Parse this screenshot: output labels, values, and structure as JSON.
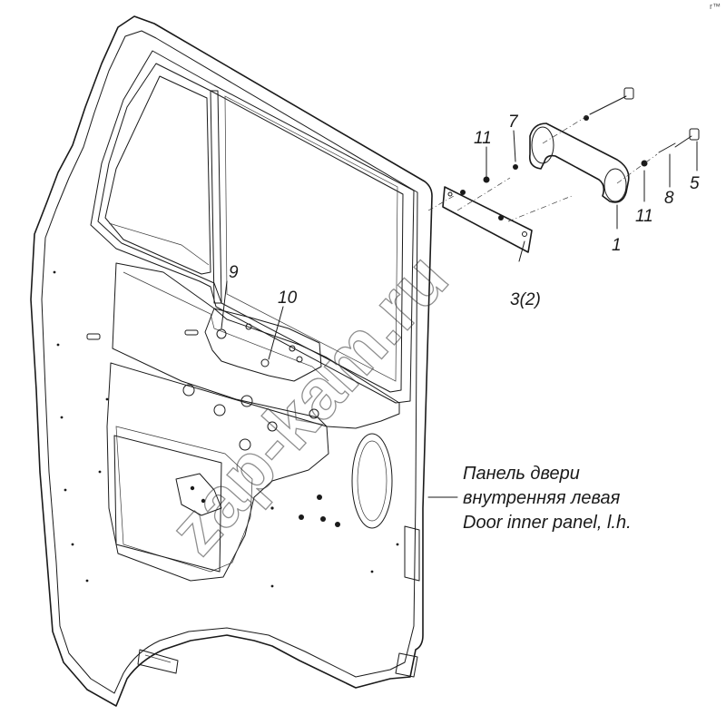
{
  "callouts": [
    {
      "id": "c1",
      "text": "1"
    },
    {
      "id": "c3",
      "text": "3(2)"
    },
    {
      "id": "c5",
      "text": "5"
    },
    {
      "id": "c7",
      "text": "7"
    },
    {
      "id": "c8",
      "text": "8"
    },
    {
      "id": "c9",
      "text": "9"
    },
    {
      "id": "c10",
      "text": "10"
    },
    {
      "id": "c11a",
      "text": "11"
    },
    {
      "id": "c11b",
      "text": "11"
    }
  ],
  "caption": {
    "line1": "Панель двери",
    "line2": "внутренняя левая",
    "line3": "Door inner panel, l.h."
  },
  "watermark": "zap-kam.ru",
  "corner_mark": "r™"
}
